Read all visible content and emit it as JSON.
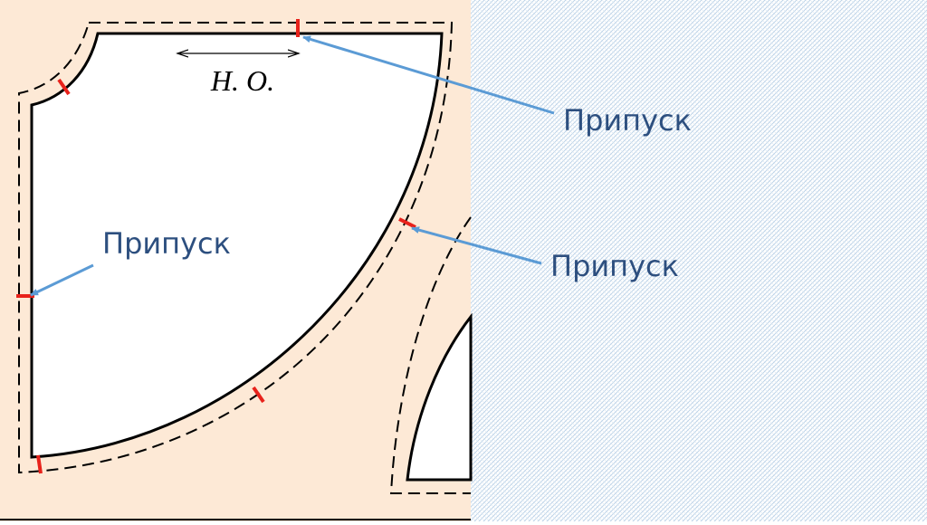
{
  "slide": {
    "background": "#ffffff",
    "pattern_color": "#b9d0e6",
    "accent": "#5b9bd5",
    "label_color": "#2d4f7f"
  },
  "diagram": {
    "fabric_color": "#fde9d6",
    "pattern_fill": "#ffffff",
    "notch_color": "#e8221b",
    "grain_label": "Н. О."
  },
  "labels": [
    {
      "text": "Припуск"
    },
    {
      "text": "Припуск"
    },
    {
      "text": "Припуск"
    }
  ]
}
